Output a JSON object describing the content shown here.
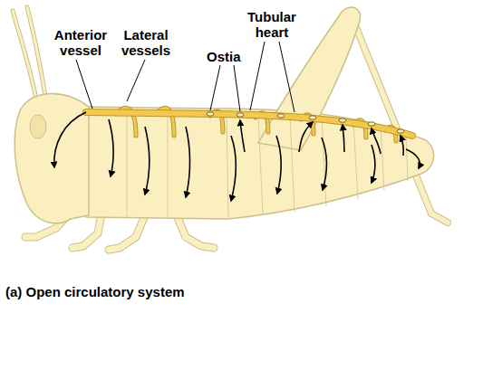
{
  "diagram": {
    "caption": "(a) Open circulatory system",
    "labels": [
      "Anterior vessel",
      "Lateral vessels",
      "Tubular heart",
      "Ostia"
    ]
  }
}
